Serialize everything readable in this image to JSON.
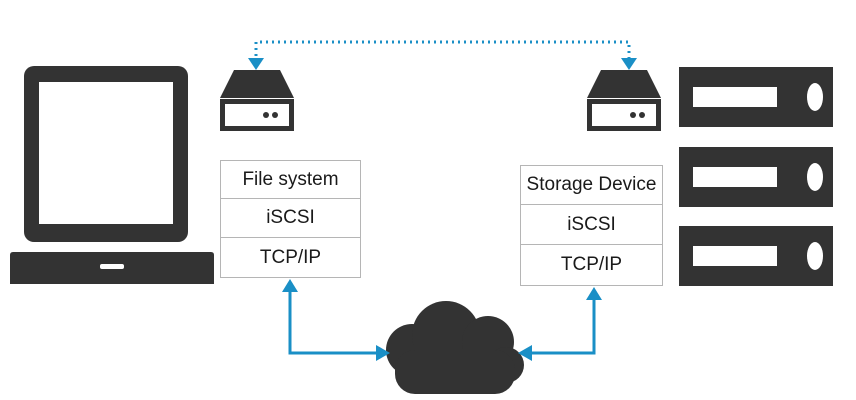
{
  "client": {
    "device_icon": "laptop-icon",
    "disk_icon": "hard-drive-icon",
    "stack": [
      "File system",
      "iSCSI",
      "TCP/IP"
    ]
  },
  "target": {
    "device_icon": "server-rack-icon",
    "disk_icon": "hard-drive-icon",
    "stack": [
      "Storage Device",
      "iSCSI",
      "TCP/IP"
    ]
  },
  "network": {
    "icon": "cloud-icon"
  },
  "colors": {
    "icon_dark": "#333333",
    "connector_blue": "#1a8fc6",
    "box_border": "#b5b5b5",
    "text": "#1a1a1a"
  }
}
